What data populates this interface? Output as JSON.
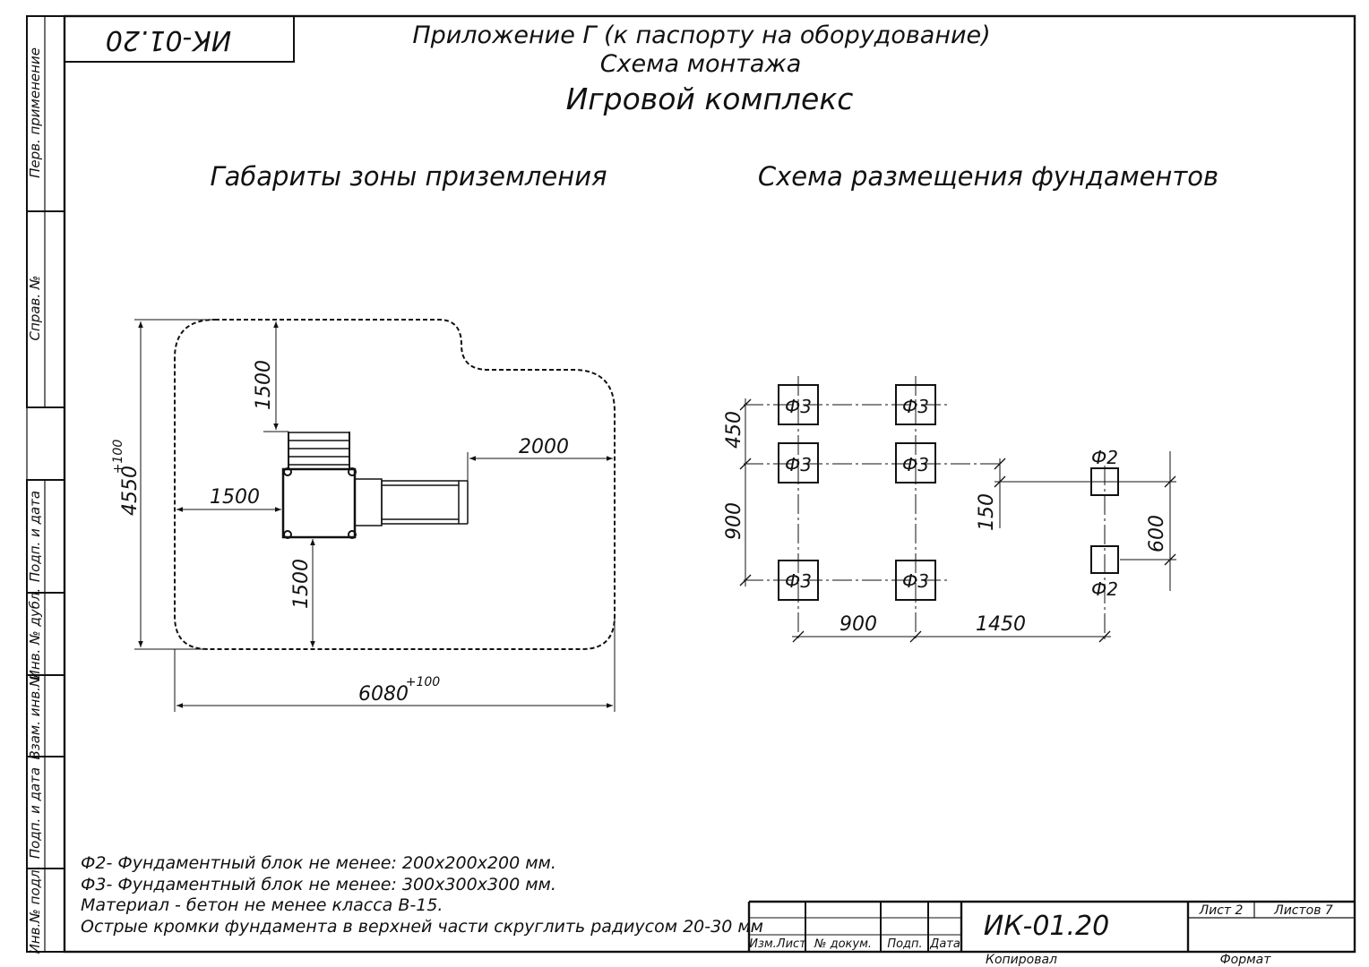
{
  "stamp": {
    "code_mirrored": "ИК-01.20"
  },
  "header": {
    "line1": "Приложение Г (к паспорту на оборудование)",
    "line2": "Схема монтажа",
    "line3": "Игровой комплекс"
  },
  "left_margin": {
    "perv_primenenie": "Перв. применение",
    "sprav_no": "Справ. №",
    "podp_data_top": "Подп. и дата",
    "inv_dubl": "Инв. № дубл.",
    "vzam_inv": "Взам. инв.№",
    "podp_data_bottom": "Подп. и дата",
    "inv_podl": "Инв.№ подл."
  },
  "landing_zone": {
    "title": "Габариты зоны приземления",
    "dim_height": "4550",
    "dim_height_tol": "+100",
    "dim_width": "6080",
    "dim_width_tol": "+100",
    "dim_top": "1500",
    "dim_left": "1500",
    "dim_bottom": "1500",
    "dim_right": "2000"
  },
  "foundation_scheme": {
    "title": "Схема размещения фундаментов",
    "f3_label": "Ф3",
    "f2_label": "Ф2",
    "dim_450": "450",
    "dim_900_vert": "900",
    "dim_150": "150",
    "dim_600": "600",
    "dim_900_horiz": "900",
    "dim_1450": "1450"
  },
  "notes": [
    "Ф2- Фундаментный блок не менее: 200х200х200 мм.",
    "Ф3- Фундаментный блок не менее: 300х300х300 мм.",
    "Материал - бетон не менее класса В-15.",
    "Острые кромки фундамента в верхней части скруглить радиусом 20-30 мм"
  ],
  "title_block": {
    "izm_list": "Изм.Лист",
    "no_dokum": "№ докум.",
    "podp": "Подп.",
    "data": "Дата",
    "designation": "ИК-01.20",
    "list": "Лист 2",
    "listov": "Листов 7",
    "kopiroval": "Копировал",
    "format": "Формат"
  }
}
